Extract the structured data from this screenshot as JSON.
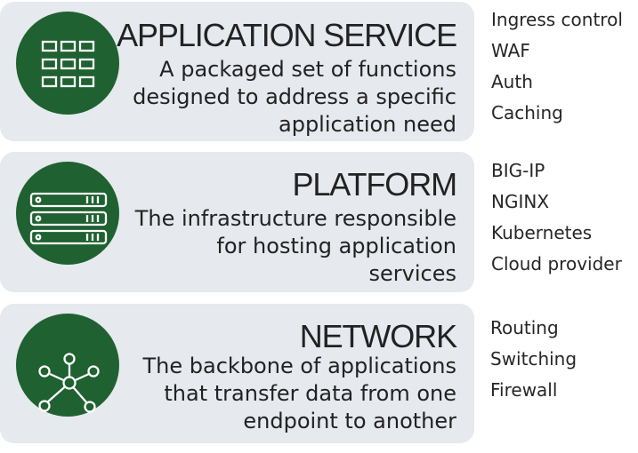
{
  "layers": [
    {
      "title": "APPLICATION SERVICE",
      "description": [
        "A packaged set of functions",
        "designed to address a specific",
        "application need"
      ],
      "icon": "app-grid-icon",
      "items": [
        "Ingress control",
        "WAF",
        "Auth",
        "Caching"
      ]
    },
    {
      "title": "PLATFORM",
      "description": [
        "The infrastructure responsible",
        "for hosting application",
        "services"
      ],
      "icon": "server-rack-icon",
      "items": [
        "BIG-IP",
        "NGINX",
        "Kubernetes",
        "Cloud provider"
      ]
    },
    {
      "title": "NETWORK",
      "description": [
        "The backbone of applications",
        "that transfer data from one",
        "endpoint to another"
      ],
      "icon": "network-hub-icon",
      "items": [
        "Routing",
        "Switching",
        "Firewall"
      ]
    }
  ],
  "colors": {
    "panel": "#e6e9ed",
    "circle": "#1f6130",
    "icon_stroke": "#ffffff",
    "text": "#222222"
  }
}
